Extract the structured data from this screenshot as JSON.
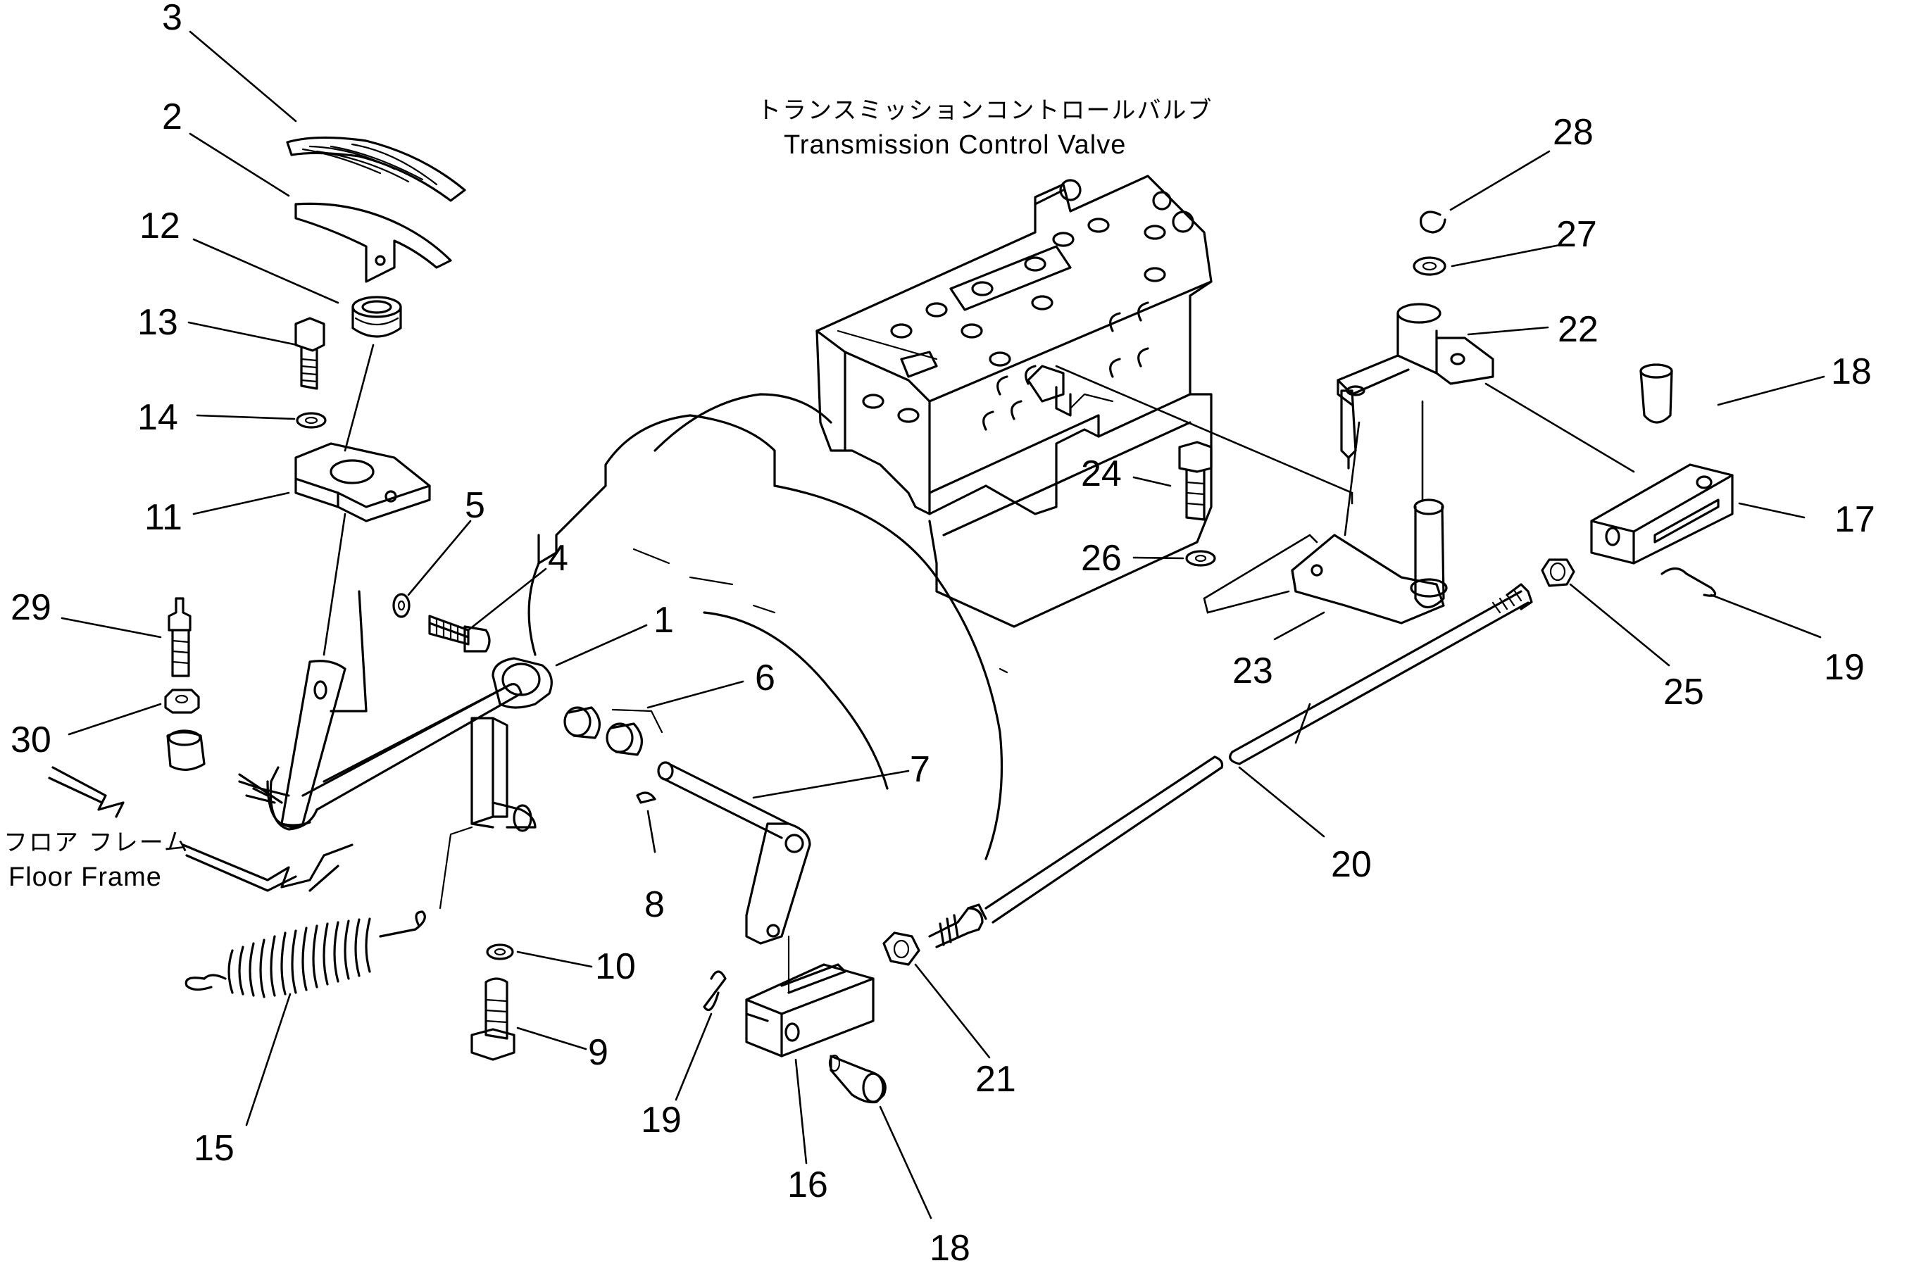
{
  "captions": {
    "valve_jp": "トランスミッションコントロールバルブ",
    "valve_en": "Transmission Control Valve",
    "floor_jp": "フロア フレーム",
    "floor_en": "Floor Frame"
  },
  "callouts": [
    "1",
    "2",
    "3",
    "4",
    "5",
    "6",
    "7",
    "8",
    "9",
    "10",
    "11",
    "12",
    "13",
    "14",
    "15",
    "16",
    "17",
    "18",
    "18",
    "19",
    "19",
    "20",
    "21",
    "22",
    "23",
    "24",
    "25",
    "26",
    "27",
    "28",
    "29",
    "30"
  ]
}
